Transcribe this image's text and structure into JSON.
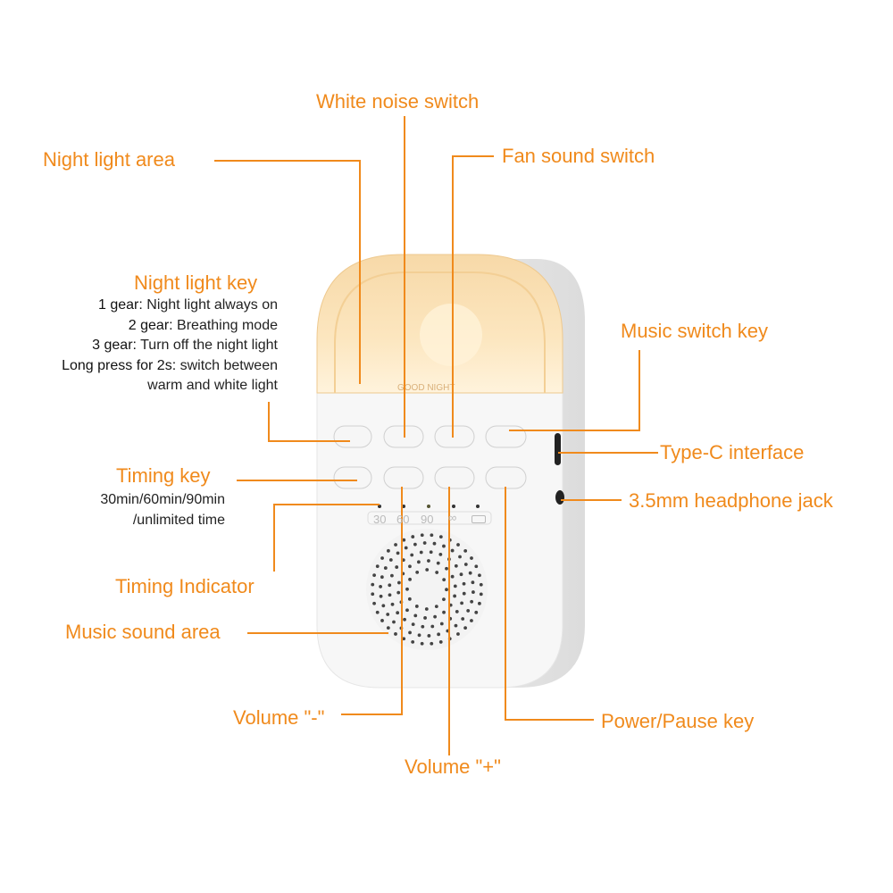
{
  "accent_color": "#f08a1c",
  "labels": {
    "white_noise": "White noise switch",
    "night_light_area": "Night light area",
    "fan_sound": "Fan sound switch",
    "night_light_key": "Night light key",
    "music_switch": "Music switch key",
    "type_c": "Type-C interface",
    "timing_key": "Timing key",
    "headphone": "3.5mm headphone jack",
    "timing_indicator": "Timing Indicator",
    "music_sound_area": "Music sound area",
    "volume_minus": "Volume \"-\"",
    "power_pause": "Power/Pause key",
    "volume_plus": "Volume \"+\""
  },
  "night_light_key_desc": [
    {
      "key": "1 gear:",
      "text": " Night light always on"
    },
    {
      "key": "2 gear:",
      "text": " Breathing mode"
    },
    {
      "key": "3 gear:",
      "text": " Turn off the night light"
    },
    {
      "key": "Long press for 2s:",
      "text": " switch between"
    },
    {
      "key": "",
      "text": "warm and white light"
    }
  ],
  "timing_key_desc": [
    "30min/60min/90min",
    "/unlimited time"
  ],
  "device": {
    "dome_text": "GOOD NIGHT",
    "indicators": [
      "30",
      "60",
      "90",
      "∞",
      "battery"
    ]
  }
}
